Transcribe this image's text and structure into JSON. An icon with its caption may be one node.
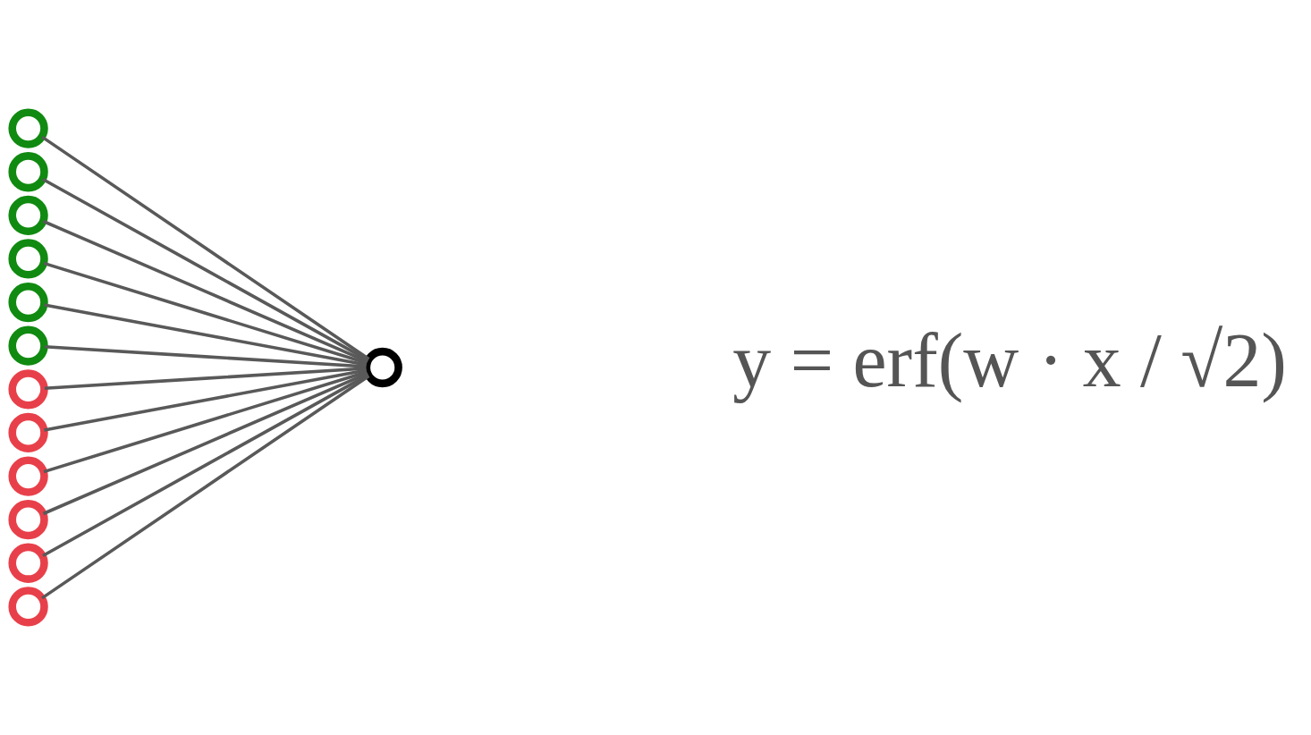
{
  "diagram": {
    "nodes": [
      {
        "text": [],
        "shape": "circle"
      },
      {
        "text": [],
        "shape": "circle"
      },
      {
        "text": [],
        "shape": "circle"
      },
      {
        "text": [],
        "shape": "circle"
      },
      {
        "text": [],
        "shape": "circle"
      },
      {
        "text": [],
        "shape": "circle"
      },
      {
        "text": [],
        "shape": "circle"
      },
      {
        "text": [],
        "shape": "circle"
      },
      {
        "text": [],
        "shape": "circle"
      },
      {
        "text": [],
        "shape": "circle"
      },
      {
        "text": [],
        "shape": "circle"
      },
      {
        "text": [],
        "shape": "circle"
      },
      {
        "text": [],
        "shape": "circle"
      }
    ],
    "edges": [
      {
        "from": 0,
        "to": 12,
        "arrow": "none"
      },
      {
        "from": 1,
        "to": 12,
        "arrow": "none"
      },
      {
        "from": 2,
        "to": 12,
        "arrow": "none"
      },
      {
        "from": 3,
        "to": 12,
        "arrow": "none"
      },
      {
        "from": 4,
        "to": 12,
        "arrow": "none"
      },
      {
        "from": 5,
        "to": 12,
        "arrow": "none"
      },
      {
        "from": 6,
        "to": 12,
        "arrow": "none"
      },
      {
        "from": 7,
        "to": 12,
        "arrow": "none"
      },
      {
        "from": 8,
        "to": 12,
        "arrow": "none"
      },
      {
        "from": 9,
        "to": 12,
        "arrow": "none"
      },
      {
        "from": 10,
        "to": 12,
        "arrow": "none"
      },
      {
        "from": 11,
        "to": 12,
        "arrow": "none"
      }
    ],
    "labels": [
      "y = erf(w · x / √2)"
    ]
  }
}
